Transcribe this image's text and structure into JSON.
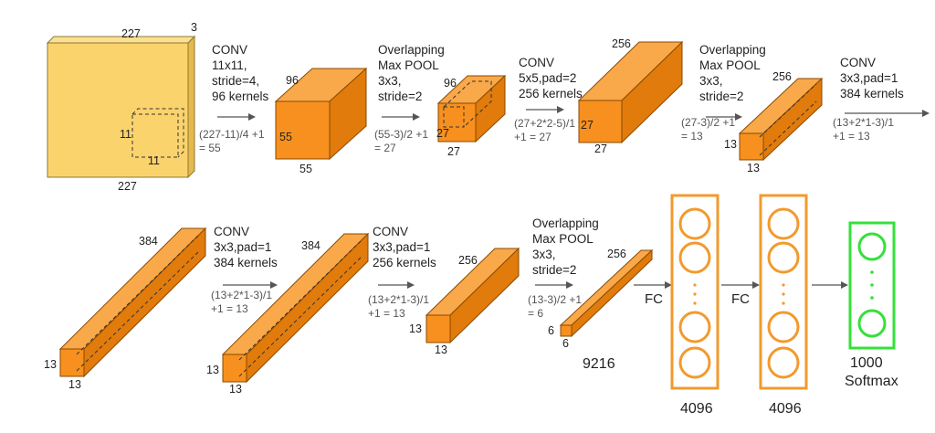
{
  "input": {
    "width": "227",
    "height": "227",
    "depth": "3",
    "kernel_w": "11",
    "kernel_h": "11"
  },
  "ops": [
    {
      "lines": [
        "CONV",
        "11x11,",
        "stride=4,",
        "96 kernels"
      ],
      "formula": [
        "(227-11)/4 +1",
        "= 55"
      ]
    },
    {
      "lines": [
        "Overlapping",
        "Max POOL",
        "3x3,",
        "stride=2"
      ],
      "formula": [
        "(55-3)/2 +1",
        "= 27"
      ]
    },
    {
      "lines": [
        "CONV",
        "5x5,pad=2",
        "256 kernels"
      ],
      "formula": [
        "(27+2*2-5)/1",
        "+1  = 27"
      ]
    },
    {
      "lines": [
        "Overlapping",
        "Max POOL",
        "3x3,",
        "stride=2"
      ],
      "formula": [
        "(27-3)/2 +1",
        "= 13"
      ]
    },
    {
      "lines": [
        "CONV",
        "3x3,pad=1",
        "384 kernels"
      ],
      "formula": [
        "(13+2*1-3)/1",
        "+1  = 13"
      ]
    },
    {
      "lines": [
        "CONV",
        "3x3,pad=1",
        "384 kernels"
      ],
      "formula": [
        "(13+2*1-3)/1",
        "+1  = 13"
      ]
    },
    {
      "lines": [
        "CONV",
        "3x3,pad=1",
        "256 kernels"
      ],
      "formula": [
        "(13+2*1-3)/1",
        "+1  = 13"
      ]
    },
    {
      "lines": [
        "Overlapping",
        "Max POOL",
        "3x3,",
        "stride=2"
      ],
      "formula": [
        "(13-3)/2 +1",
        "= 6"
      ]
    }
  ],
  "volumes": [
    {
      "h": "55",
      "w": "55",
      "d": "96"
    },
    {
      "h": "27",
      "w": "27",
      "d": "96"
    },
    {
      "h": "27",
      "w": "27",
      "d": "256"
    },
    {
      "h": "13",
      "w": "13",
      "d": "256"
    },
    {
      "h": "13",
      "w": "13",
      "d": "384"
    },
    {
      "h": "13",
      "w": "13",
      "d": "384"
    },
    {
      "h": "13",
      "w": "13",
      "d": "256"
    },
    {
      "h": "6",
      "w": "6",
      "d": "256"
    }
  ],
  "flatten": "9216",
  "fc_label": "FC",
  "fc_sizes": [
    "4096",
    "4096"
  ],
  "softmax": {
    "size": "1000",
    "label": "Softmax"
  },
  "colors": {
    "orange": "#f7901e",
    "input_yellow": "#fbd36d",
    "fc_outline": "#f29a2e",
    "softmax_green": "#35e03a"
  }
}
